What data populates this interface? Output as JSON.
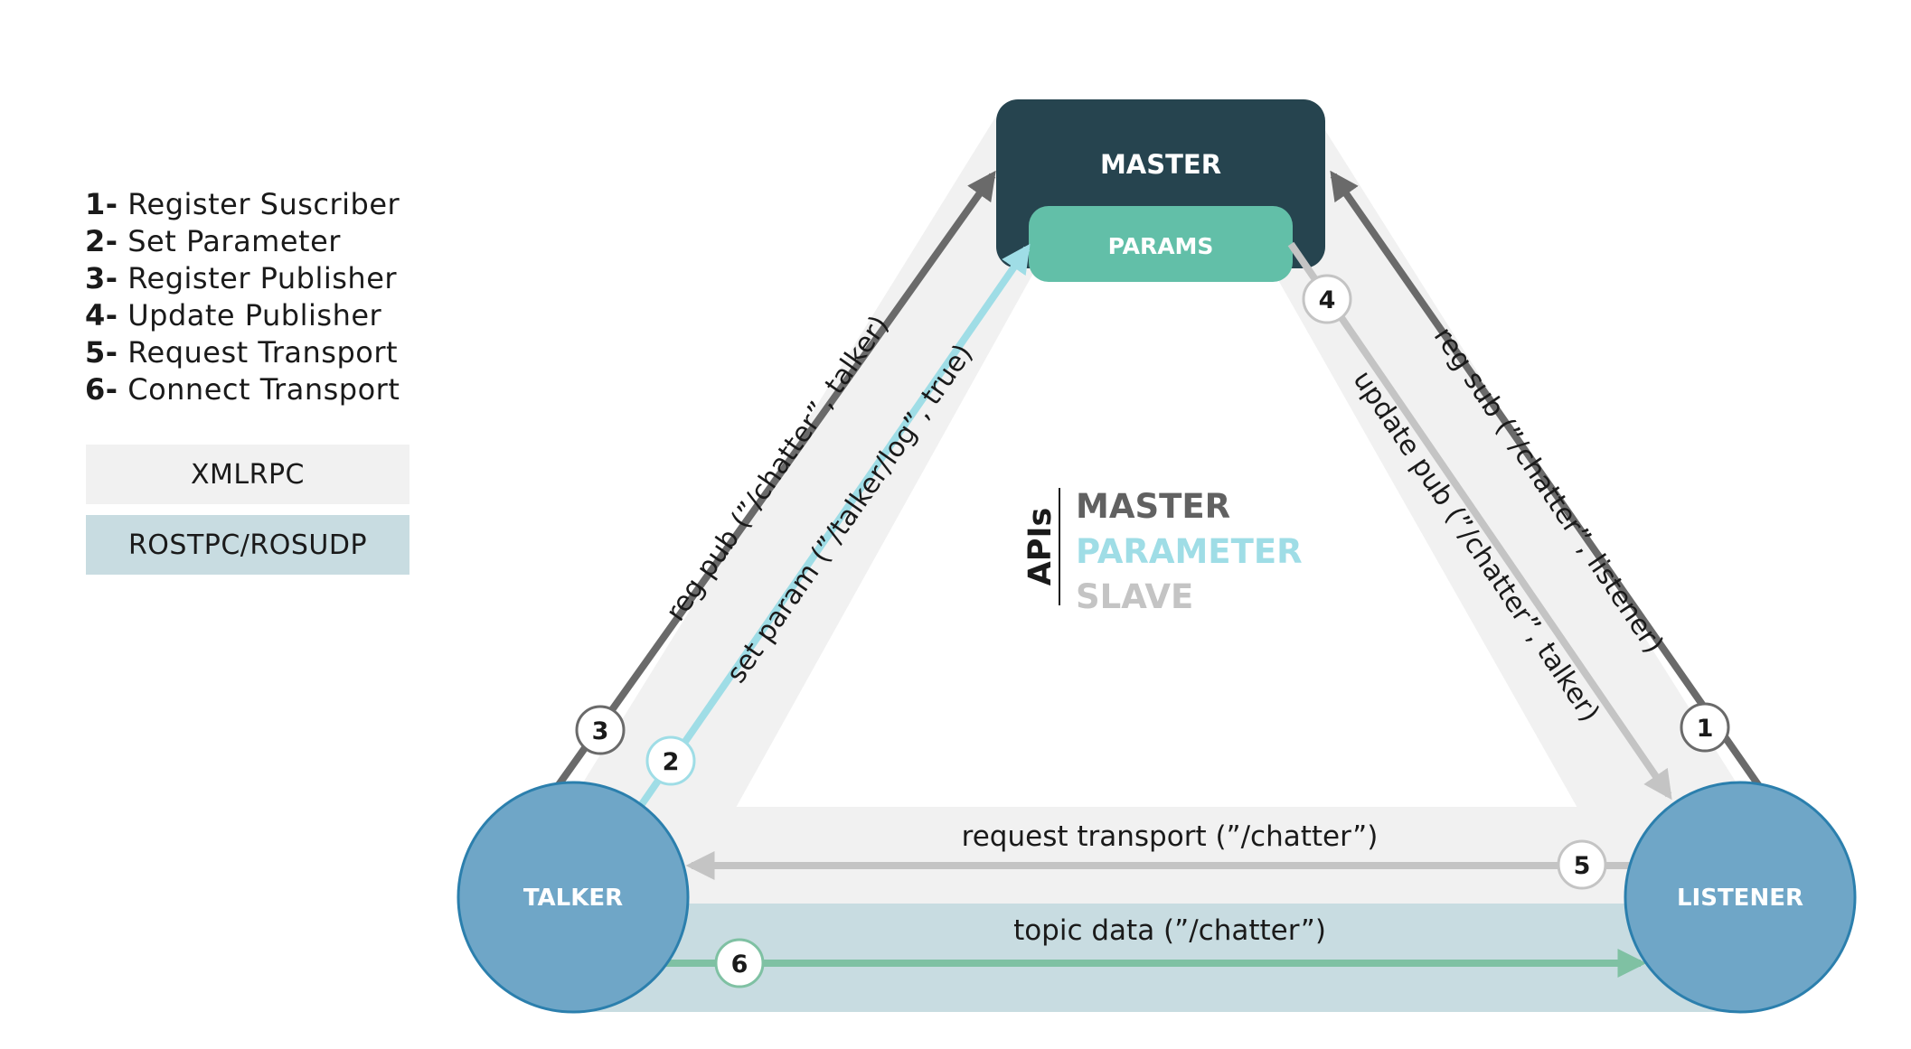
{
  "legend": {
    "items": [
      {
        "num": "1-",
        "label": "Register Suscriber"
      },
      {
        "num": "2-",
        "label": "Set Parameter"
      },
      {
        "num": "3-",
        "label": "Register Publisher"
      },
      {
        "num": "4-",
        "label": "Update Publisher"
      },
      {
        "num": "5-",
        "label": "Request Transport"
      },
      {
        "num": "6-",
        "label": "Connect Transport"
      }
    ],
    "xmlrpc": "XMLRPC",
    "rostpc": "ROSTPC/ROSUDP"
  },
  "nodes": {
    "master": "MASTER",
    "params": "PARAMS",
    "talker": "TALKER",
    "listener": "LISTENER"
  },
  "apis": {
    "heading": "APIs",
    "master": "MASTER",
    "parameter": "PARAMETER",
    "slave": "SLAVE"
  },
  "edges": {
    "reg_pub": "reg pub (”/chatter”, talker)",
    "set_param": "set param (”/talker/log”, true)",
    "reg_sub": "reg sub (”/chatter”, listener)",
    "update_pub": "update pub (”/chatter”, talker)",
    "request_transport": "request transport (”/chatter”)",
    "topic_data": "topic data (”/chatter”)"
  },
  "steps": [
    "1",
    "2",
    "3",
    "4",
    "5",
    "6"
  ],
  "colors": {
    "master": "#26444f",
    "params": "#62bfa8",
    "node": "#6fa6c7",
    "node_border": "#2b7fad",
    "xmlrpc_band": "#f1f1f1",
    "ros_band": "#c8dce1",
    "dark_arrow": "#6a6a6a",
    "light_arrow": "#c4c4c4",
    "param_arrow": "#9fdde6",
    "topic_arrow": "#7fc1a3",
    "api_master": "#616161",
    "api_parameter": "#9fdde6",
    "api_slave": "#c4c4c4"
  }
}
